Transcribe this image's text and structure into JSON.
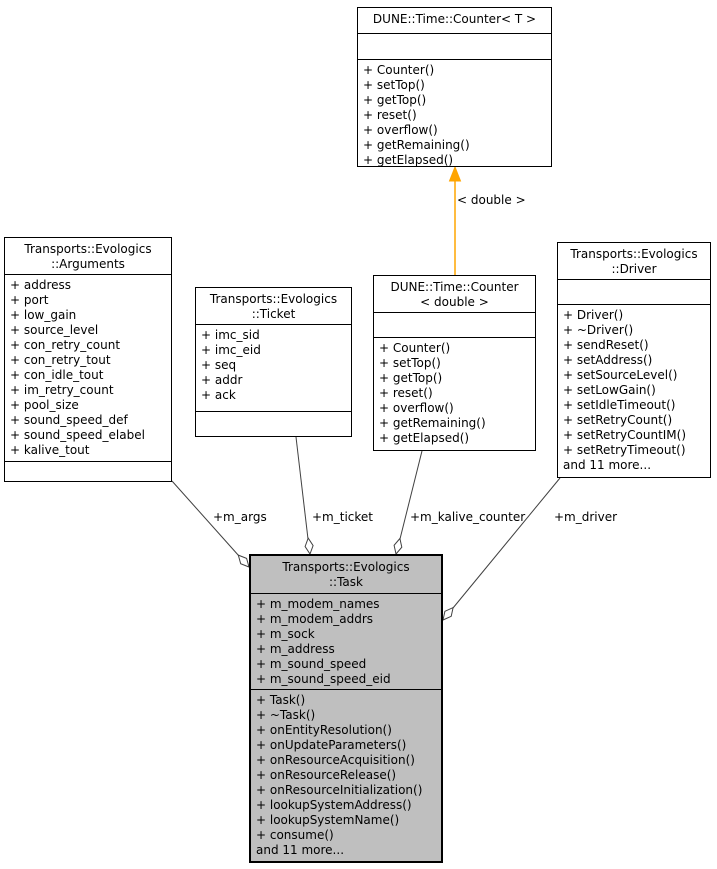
{
  "diagram": {
    "type": "uml-collaboration-diagram",
    "colors": {
      "background": "#ffffff",
      "border": "#000000",
      "edge": "#404040",
      "box_fill": "#ffffff",
      "task_fill": "#bfbfbf",
      "template_edge": "#ffa500",
      "diamond_fill": "#ffffff"
    },
    "classes": {
      "counter_t": {
        "title_lines": [
          "DUNE::Time::Counter< T >"
        ],
        "attributes": [],
        "methods": [
          "+ Counter()",
          "+ setTop()",
          "+ getTop()",
          "+ reset()",
          "+ overflow()",
          "+ getRemaining()",
          "+ getElapsed()"
        ]
      },
      "arguments": {
        "title_lines": [
          "Transports::Evologics",
          "::Arguments"
        ],
        "attributes": [
          "+ address",
          "+ port",
          "+ low_gain",
          "+ source_level",
          "+ con_retry_count",
          "+ con_retry_tout",
          "+ con_idle_tout",
          "+ im_retry_count",
          "+ pool_size",
          "+ sound_speed_def",
          "+ sound_speed_elabel",
          "+ kalive_tout"
        ],
        "methods": []
      },
      "ticket": {
        "title_lines": [
          "Transports::Evologics",
          "::Ticket"
        ],
        "attributes": [
          "+ imc_sid",
          "+ imc_eid",
          "+ seq",
          "+ addr",
          "+ ack"
        ],
        "methods": []
      },
      "counter_double": {
        "title_lines": [
          "DUNE::Time::Counter",
          "< double >"
        ],
        "attributes": [],
        "methods": [
          "+ Counter()",
          "+ setTop()",
          "+ getTop()",
          "+ reset()",
          "+ overflow()",
          "+ getRemaining()",
          "+ getElapsed()"
        ]
      },
      "driver": {
        "title_lines": [
          "Transports::Evologics",
          "::Driver"
        ],
        "attributes": [],
        "methods": [
          "+ Driver()",
          "+ ~Driver()",
          "+ sendReset()",
          "+ setAddress()",
          "+ setSourceLevel()",
          "+ setLowGain()",
          "+ setIdleTimeout()",
          "+ setRetryCount()",
          "+ setRetryCountIM()",
          "+ setRetryTimeout()",
          "and 11 more..."
        ]
      },
      "task": {
        "title_lines": [
          "Transports::Evologics",
          "::Task"
        ],
        "attributes": [
          "+ m_modem_names",
          "+ m_modem_addrs",
          "+ m_sock",
          "+ m_address",
          "+ m_sound_speed",
          "+ m_sound_speed_eid"
        ],
        "methods": [
          "+ Task()",
          "+ ~Task()",
          "+ onEntityResolution()",
          "+ onUpdateParameters()",
          "+ onResourceAcquisition()",
          "+ onResourceRelease()",
          "+ onResourceInitialization()",
          "+ lookupSystemAddress()",
          "+ lookupSystemName()",
          "+ consume()",
          "and 11 more..."
        ]
      }
    },
    "edge_labels": {
      "template": "< double >",
      "m_args": "+m_args",
      "m_ticket": "+m_ticket",
      "m_kalive_counter": "+m_kalive_counter",
      "m_driver": "+m_driver"
    }
  }
}
